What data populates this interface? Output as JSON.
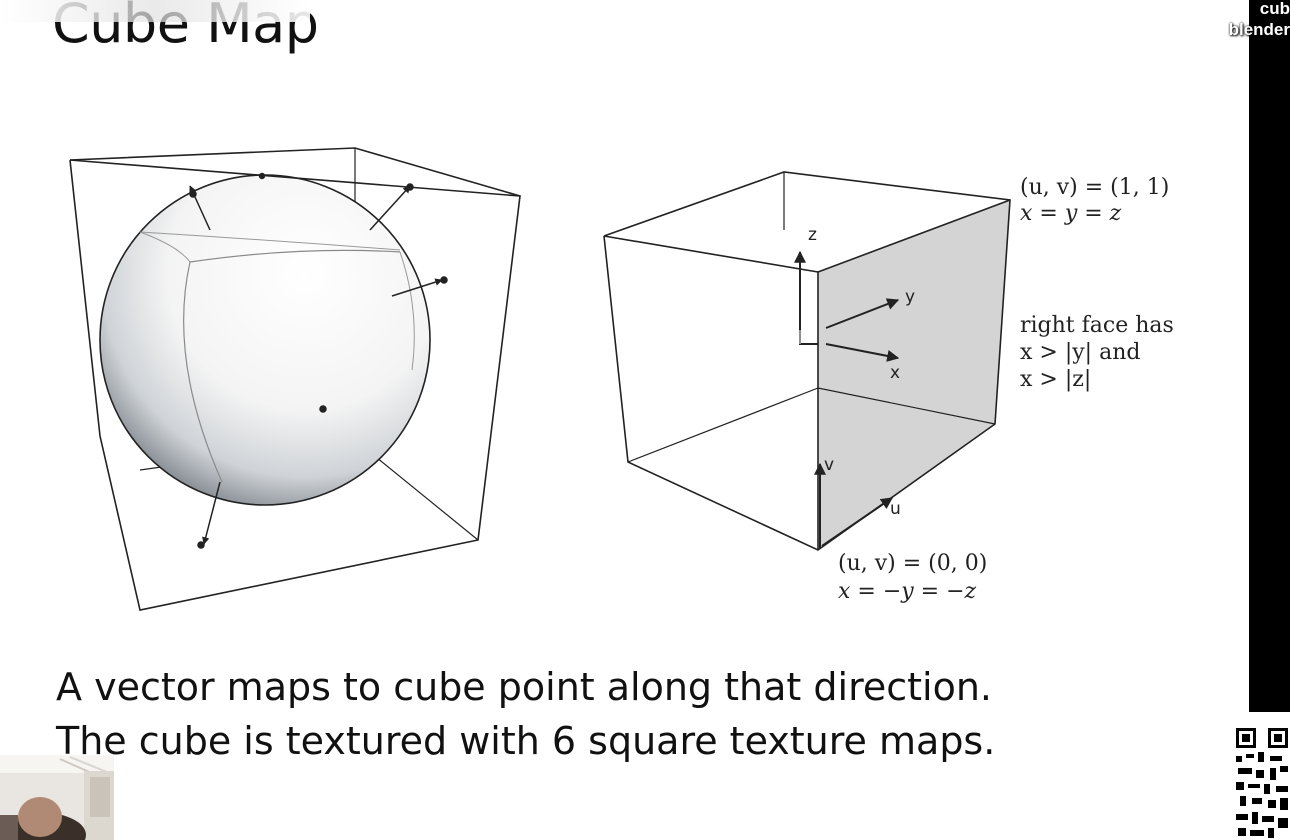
{
  "slide": {
    "title": "Cube Map",
    "caption_lines": [
      "A vector maps to cube point along that direction.",
      "The cube is textured with 6 square texture maps."
    ]
  },
  "overlay": {
    "corner_label_lines": [
      "cub",
      "blender"
    ]
  },
  "right_figure": {
    "corner_top": {
      "uv": "(u, v) = (1, 1)",
      "xyz": "x = y = z"
    },
    "corner_bottom": {
      "uv": "(u, v) = (0, 0)",
      "xyz": "x = −y = −z"
    },
    "face_note": [
      "right face has",
      "x > |y| and",
      "x > |z|"
    ],
    "axes": {
      "z": "z",
      "y": "y",
      "x": "x",
      "u": "u",
      "v": "v"
    }
  },
  "colors": {
    "background": "#ffffff",
    "text": "#111111",
    "face_shade": "#d4d4d4",
    "side_bar": "#000000"
  }
}
